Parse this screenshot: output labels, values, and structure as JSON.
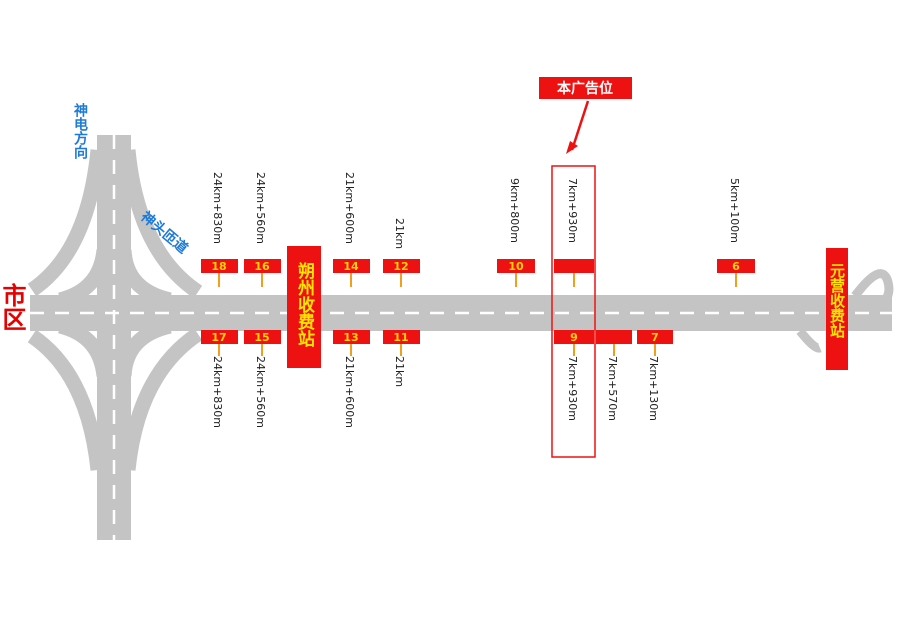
{
  "labels": {
    "direction_shendian": "神电方向",
    "ramp_shentou": "神头匝道",
    "city": "市区",
    "station_shuozhou": "朔州收费站",
    "station_yuanying": "元营收费站",
    "callout": "本广告位"
  },
  "boards_top": [
    {
      "id": "18",
      "num": "18",
      "mile": "24km+830m"
    },
    {
      "id": "16",
      "num": "16",
      "mile": "24km+560m"
    },
    {
      "id": "14",
      "num": "14",
      "mile": "21km+600m"
    },
    {
      "id": "12",
      "num": "12",
      "mile": "21km"
    },
    {
      "id": "10",
      "num": "10",
      "mile": "9km+800m"
    },
    {
      "id": "featured",
      "num": "",
      "mile": "7km+930m"
    },
    {
      "id": "6",
      "num": "6",
      "mile": "5km+100m"
    }
  ],
  "boards_bottom": [
    {
      "id": "17",
      "num": "17",
      "mile": "24km+830m"
    },
    {
      "id": "15",
      "num": "15",
      "mile": "24km+560m"
    },
    {
      "id": "13",
      "num": "13",
      "mile": "21km+600m"
    },
    {
      "id": "11",
      "num": "11",
      "mile": "21km"
    },
    {
      "id": "9",
      "num": "9",
      "mile": "7km+930m"
    },
    {
      "id": "8",
      "num": "",
      "mile": "7km+570m"
    },
    {
      "id": "7",
      "num": "7",
      "mile": "7km+130m"
    }
  ],
  "colors": {
    "road": "#c4c4c4",
    "lane_marking": "#ffffff",
    "board": "#ee1111",
    "board_number": "#ffd400",
    "station_bg": "#ee1111",
    "station_text": "#ffe600",
    "blue_text": "#1e7ad6",
    "red_text": "#e60000"
  }
}
